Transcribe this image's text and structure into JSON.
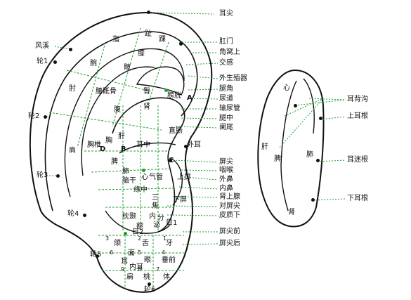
{
  "colors": {
    "ink": "#111111",
    "guide": "#1aa030",
    "background": "#ffffff"
  },
  "right_labels": [
    "耳尖",
    "肛门",
    "角窝上",
    "交感",
    "外生殖器",
    "腿角",
    "尿道",
    "输尿管",
    "腿中",
    "阑尾",
    "屏尖",
    "咽喉",
    "外鼻",
    "内鼻",
    "肾上腺",
    "对屏尖",
    "皮质下",
    "屏尖前",
    "屏尖后"
  ],
  "left_labels": [
    "风溪",
    "轮1",
    "轮2",
    "轮3",
    "轮4",
    "轮5",
    "轮6"
  ],
  "inner_labels": [
    "指",
    "趾",
    "踝",
    "腕",
    "膝",
    "髋",
    "肘",
    "腰骶骨",
    "臀",
    "膀胱",
    "肾",
    "腹",
    "胸椎",
    "胸",
    "肝",
    "肩",
    "脾",
    "肺",
    "心",
    "气管",
    "耳中",
    "直肠",
    "外耳",
    "上屏",
    "下屏",
    "脑干",
    "缘中",
    "三",
    "焦",
    "内",
    "分",
    "泌",
    "枕",
    "颞",
    "额",
    "目1",
    "目2",
    "颌",
    "舌",
    "牙",
    "面",
    "眼",
    "耳",
    "内耳",
    "扁",
    "桃",
    "体",
    "垂前"
  ],
  "letters": [
    "A",
    "B",
    "C",
    "D"
  ],
  "digits": [
    "1",
    "2",
    "3",
    "4",
    "5",
    "6",
    "7",
    "8",
    "9"
  ],
  "back_labels": [
    "心",
    "肝",
    "脾",
    "肺",
    "肾"
  ],
  "back_right_labels": [
    "耳背沟",
    "上耳根",
    "耳迷根",
    "下耳根"
  ]
}
